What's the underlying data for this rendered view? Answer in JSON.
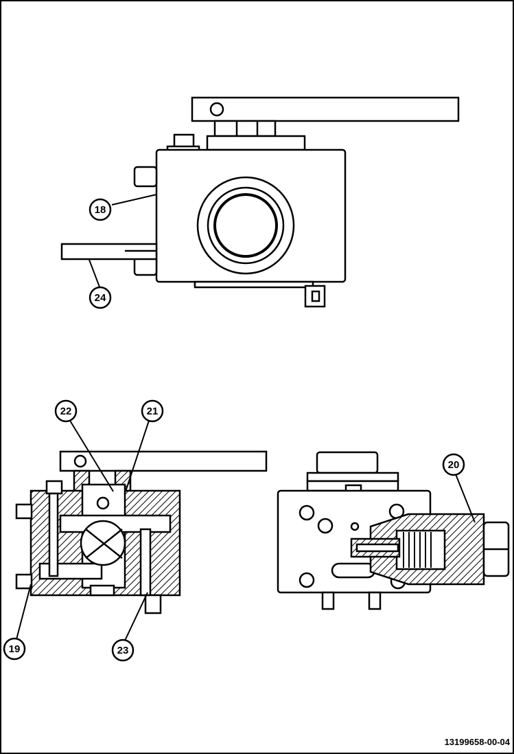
{
  "document_number": "13199658-00-04",
  "callouts": {
    "c18": "18",
    "c24": "24",
    "c22": "22",
    "c21": "21",
    "c20": "20",
    "c19": "19",
    "c23": "23"
  }
}
